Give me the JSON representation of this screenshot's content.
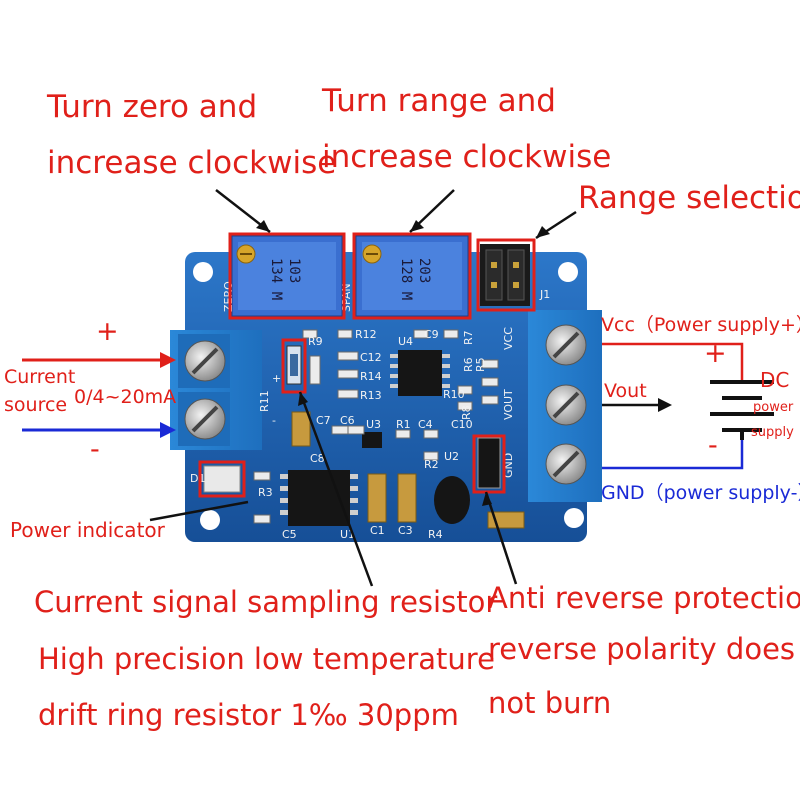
{
  "annotations": {
    "zero_line1": "Turn zero and",
    "zero_line2": "increase clockwise",
    "range_line1": "Turn range and",
    "range_line2": "increase clockwise",
    "range_selection": "Range selection",
    "vcc": "Vcc（Power supply+）",
    "vout": "Vout",
    "dc": "DC",
    "power": "power",
    "supply": "supply",
    "gnd": "GND（power supply-）",
    "current_line1": "Current",
    "current_line2": "source",
    "current_range": "0/4~20mA",
    "plus": "+",
    "minus": "-",
    "power_indicator": "Power indicator",
    "sampling_line1": "Current signal sampling resistor",
    "sampling_line2": "High precision low temperature",
    "sampling_line3": "drift ring resistor 1‰ 30ppm",
    "anti_line1": "Anti reverse protection",
    "anti_line2": "reverse polarity does",
    "anti_line3": "not burn"
  },
  "board_labels": {
    "r9": "R9",
    "r12": "R12",
    "c9": "C9",
    "u4": "U4",
    "c12": "C12",
    "r14": "R14",
    "r13": "R13",
    "r10": "R10",
    "c10": "C10",
    "r11": "R11",
    "c4": "C4",
    "u3": "U3",
    "r1": "R1",
    "c6": "C6",
    "c7": "C7",
    "c8": "C8",
    "r3": "R3",
    "c5": "C5",
    "u1": "U1",
    "c1": "C1",
    "c3": "C3",
    "r2": "R2",
    "u2": "U2",
    "r4": "R4",
    "d1": "D1",
    "j1": "J1",
    "vcc": "VCC",
    "vout": "VOUT",
    "gnd": "GND",
    "span": "SPAN",
    "zero": "ZERO",
    "r6": "R6",
    "r5": "R5",
    "r7": "R7",
    "r8": "R8",
    "plus": "+",
    "minus": "-"
  },
  "potentiometers": {
    "left_line1": "103",
    "left_line2": "134  M",
    "right_line1": "203",
    "right_line2": "128  M"
  },
  "colors": {
    "annotation_red": "#e0201a",
    "board_blue": "#1d5fb0",
    "terminal_blue": "#2a86d6",
    "positive_wire": "#e0201a",
    "negative_wire": "#1a2ad6"
  }
}
